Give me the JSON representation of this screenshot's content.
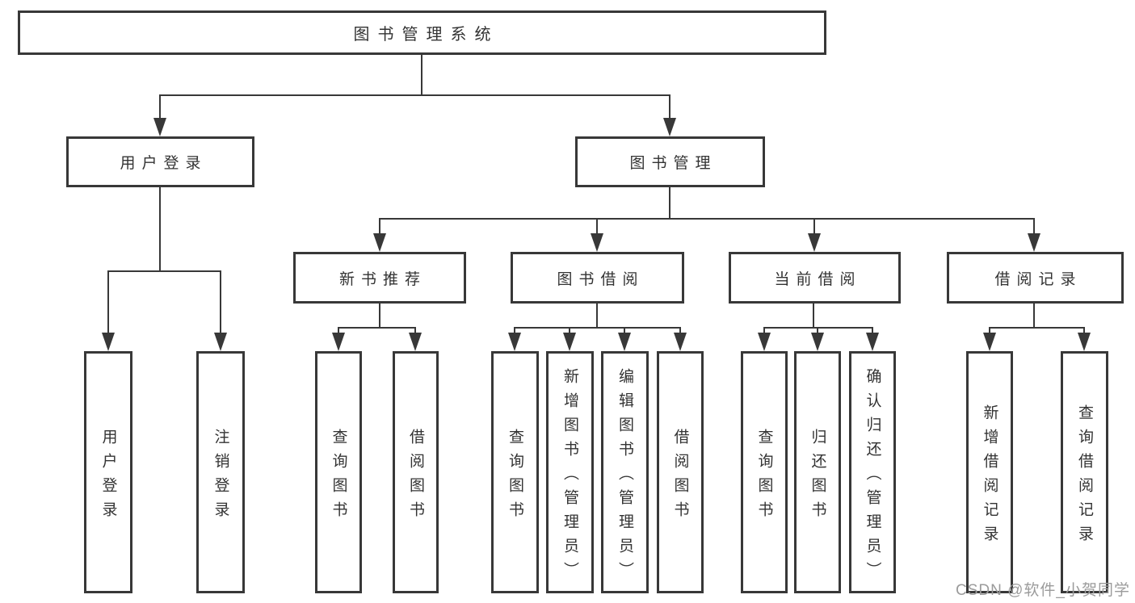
{
  "diagram": {
    "root": {
      "label": "图书管理系统"
    },
    "branches": [
      {
        "label": "用户登录",
        "children": [
          {
            "label": "用户登录"
          },
          {
            "label": "注销登录"
          }
        ]
      },
      {
        "label": "图书管理",
        "children": [
          {
            "label": "新书推荐",
            "children": [
              {
                "label": "查询图书"
              },
              {
                "label": "借阅图书"
              }
            ]
          },
          {
            "label": "图书借阅",
            "children": [
              {
                "label": "查询图书"
              },
              {
                "label": "新增图书（管理员）"
              },
              {
                "label": "编辑图书（管理员）"
              },
              {
                "label": "借阅图书"
              }
            ]
          },
          {
            "label": "当前借阅",
            "children": [
              {
                "label": "查询图书"
              },
              {
                "label": "归还图书"
              },
              {
                "label": "确认归还（管理员）"
              }
            ]
          },
          {
            "label": "借阅记录",
            "children": [
              {
                "label": "新增借阅记录"
              },
              {
                "label": "查询借阅记录"
              }
            ]
          }
        ]
      }
    ]
  },
  "watermark": {
    "text": "CSDN @软件_小贺同学",
    "color": "#9b9b9b"
  },
  "colors": {
    "line": "#383838",
    "text": "#333333",
    "background": "#ffffff"
  }
}
